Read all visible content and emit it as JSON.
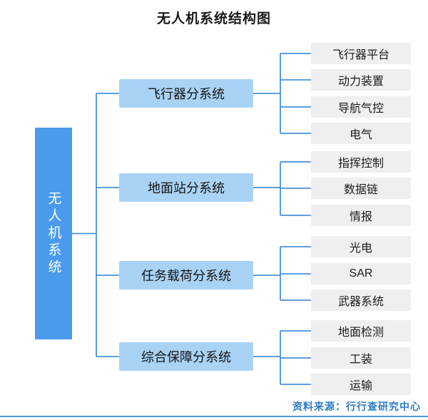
{
  "title": "无人机系统结构图",
  "root": {
    "label": "无人机系统"
  },
  "groups": [
    {
      "label": "飞行器分系统",
      "children": [
        "飞行器平台",
        "动力装置",
        "导航气控",
        "电气"
      ]
    },
    {
      "label": "地面站分系统",
      "children": [
        "指挥控制",
        "数据链",
        "情报"
      ]
    },
    {
      "label": "任务载荷分系统",
      "children": [
        "光电",
        "SAR",
        "武器系统"
      ]
    },
    {
      "label": "综合保障分系统",
      "children": [
        "地面检测",
        "工装",
        "运输"
      ]
    }
  ],
  "footer": {
    "source": "资料来源：行行查研究中心"
  },
  "colors": {
    "root_fill": "#4a9bec",
    "branch_fill": "#a9d3f5",
    "leaf_fill": "#efefef",
    "connector": "#4a91da",
    "footer_text": "#2e7cc6",
    "footer_rule": "#559ad9"
  }
}
